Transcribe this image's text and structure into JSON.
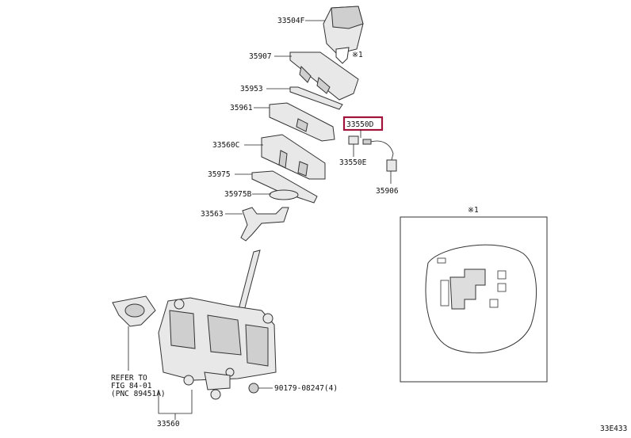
{
  "labels": {
    "knob": "33504F",
    "cover": "35907",
    "plate": "35953",
    "slider": "35961",
    "housing_upper": "33560C",
    "indicator": "35975",
    "indicator_b": "35975B",
    "lever": "33563",
    "switch_assy": "33550D",
    "switch_e": "33550E",
    "wire": "35906",
    "base_assy": "33560",
    "bolt": "90179-08247(4)",
    "reference": [
      "REFER TO",
      "FIG 84-01",
      "(PNC 89451A)"
    ],
    "note_mark_1": "※1",
    "note_mark_2": "※1",
    "figure_code": "33E433"
  },
  "highlight_color": "#a0143c",
  "line_color": "#222222",
  "part_fill": "#e8e8e8"
}
